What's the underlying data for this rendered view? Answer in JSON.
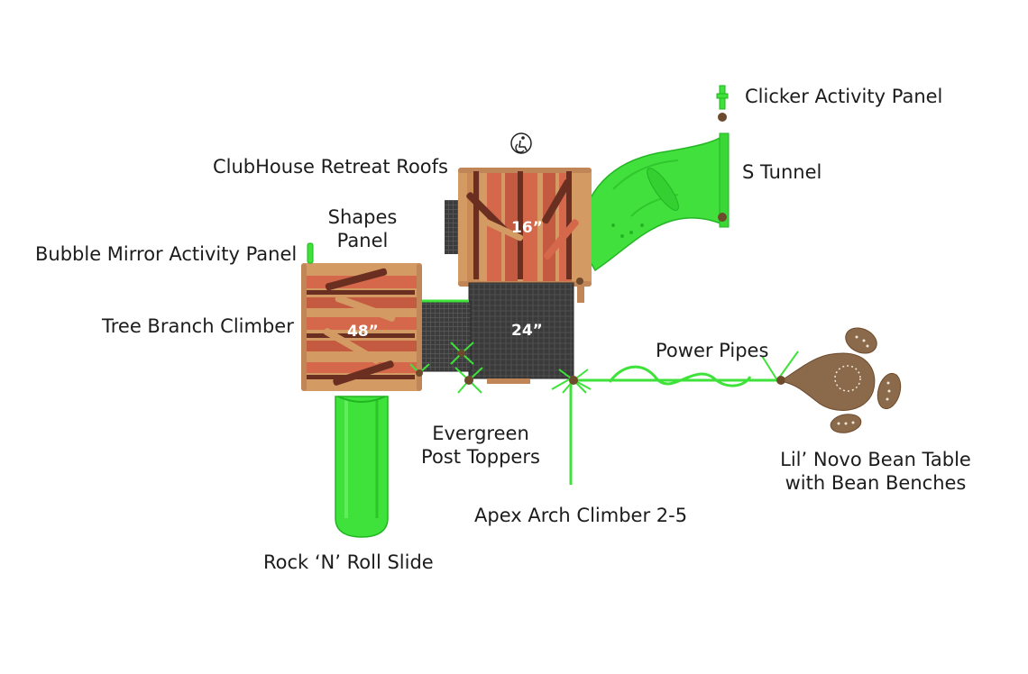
{
  "labels": {
    "clicker_activity_panel": "Clicker Activity Panel",
    "s_tunnel": "S Tunnel",
    "clubhouse_retreat_roofs": "ClubHouse Retreat Roofs",
    "shapes_panel_line1": "Shapes",
    "shapes_panel_line2": "Panel",
    "bubble_mirror_activity_panel": "Bubble Mirror Activity Panel",
    "tree_branch_climber": "Tree Branch Climber",
    "power_pipes": "Power Pipes",
    "evergreen_post_toppers_line1": "Evergreen",
    "evergreen_post_toppers_line2": "Post Toppers",
    "lil_novo_line1": "Lil’ Novo Bean Table",
    "lil_novo_line2": "with Bean Benches",
    "apex_arch_climber": "Apex Arch Climber 2-5",
    "rock_n_roll_slide": "Rock ‘N’ Roll Slide"
  },
  "deck_heights": {
    "upper_roof_deck": "16”",
    "center_deck": "24”",
    "left_roof_deck": "48”"
  },
  "icons": {
    "accessibility": "wheelchair-accessible-icon"
  },
  "colors": {
    "green": "#3ee23a",
    "green_dark": "#22b522",
    "roof_tan": "#d39a64",
    "roof_orange": "#d5674a",
    "roof_brown": "#6b2f22",
    "deck_dark": "#353535",
    "post_brown": "#6e4a2c"
  }
}
